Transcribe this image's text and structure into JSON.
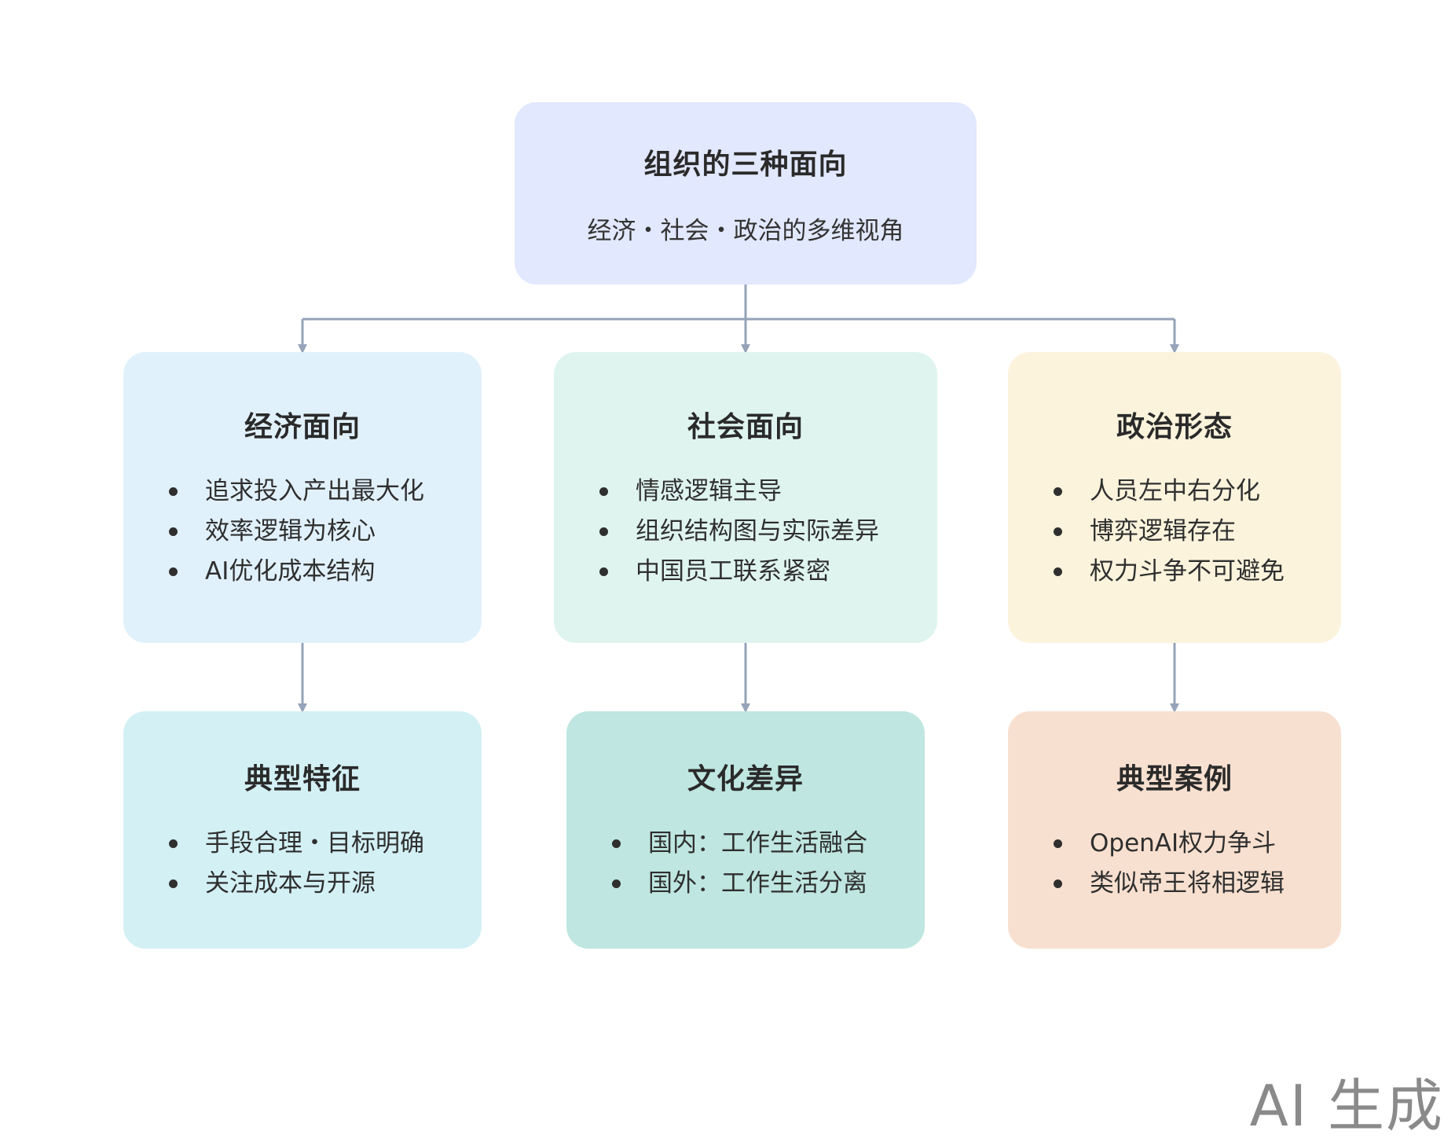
{
  "root": {
    "title": "组织的三种面向",
    "subtitle": "经济・社会・政治的多维视角",
    "color": "#e2e8fd"
  },
  "level1": [
    {
      "title": "经济面向",
      "items": [
        "追求投入产出最大化",
        "效率逻辑为核心",
        "AI优化成本结构"
      ],
      "color": "#e1f1fc"
    },
    {
      "title": "社会面向",
      "items": [
        "情感逻辑主导",
        "组织结构图与实际差异",
        "中国员工联系紧密"
      ],
      "color": "#dff4ef"
    },
    {
      "title": "政治形态",
      "items": [
        "人员左中右分化",
        "博弈逻辑存在",
        "权力斗争不可避免"
      ],
      "color": "#fbf3dc"
    }
  ],
  "level2": [
    {
      "title": "典型特征",
      "items": [
        "手段合理・目标明确",
        "关注成本与开源"
      ],
      "color": "#d3f0f4"
    },
    {
      "title": "文化差异",
      "items": [
        "国内：工作生活融合",
        "国外：工作生活分离"
      ],
      "color": "#bfe6e0"
    },
    {
      "title": "典型案例",
      "items": [
        "OpenAI权力争斗",
        "类似帝王将相逻辑"
      ],
      "color": "#f8e0d0"
    }
  ],
  "connector_color": "#96a3b8",
  "watermark": "AI 生成"
}
